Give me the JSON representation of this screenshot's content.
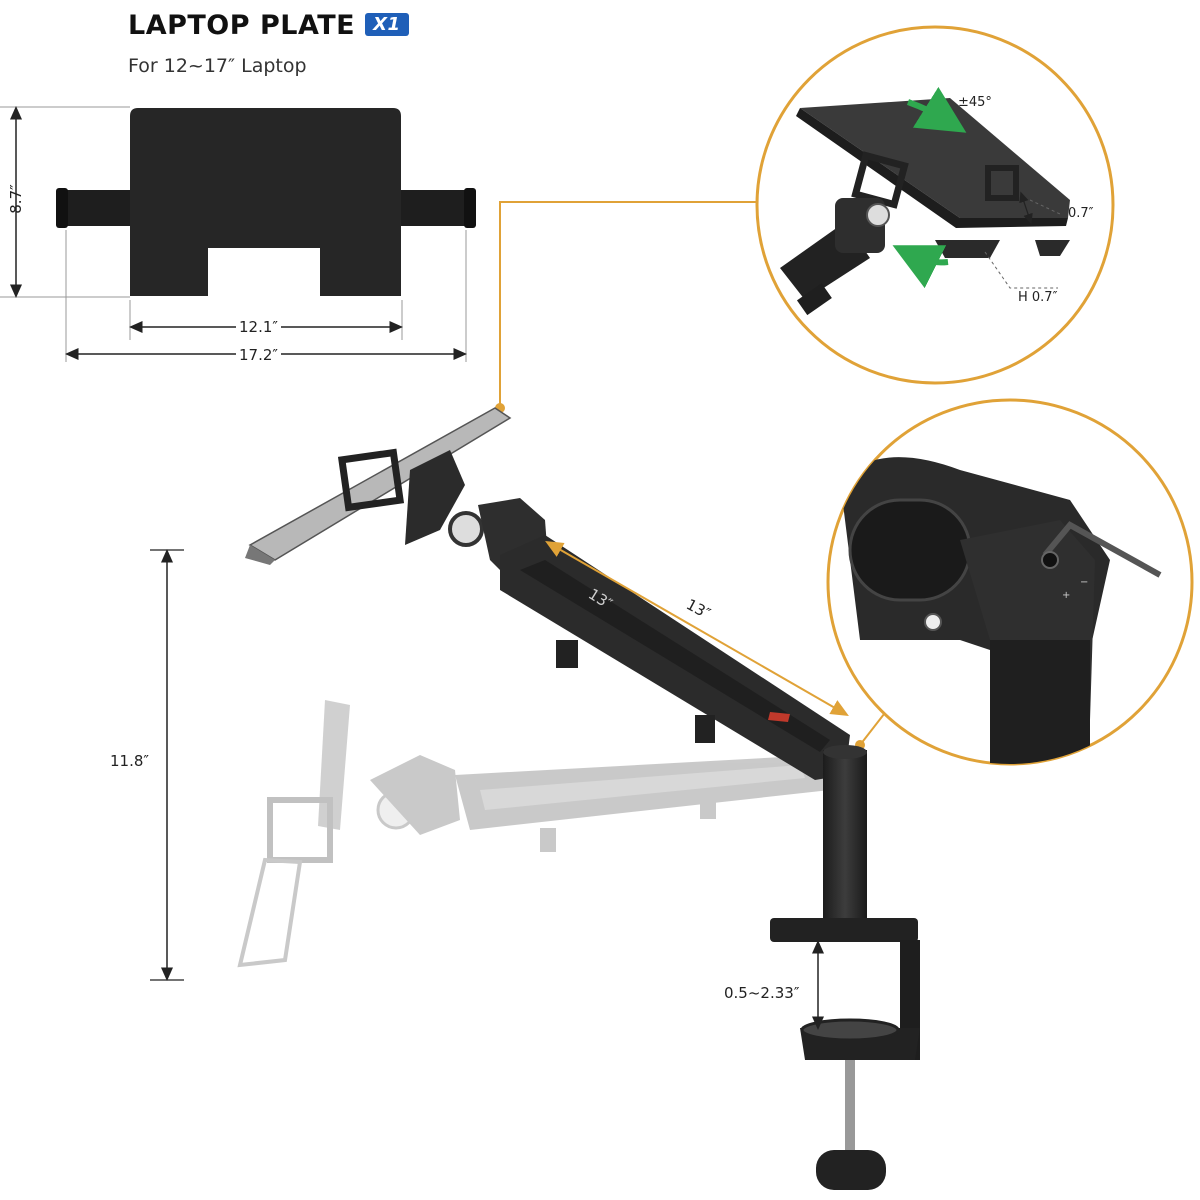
{
  "header": {
    "title": "LAPTOP PLATE",
    "badge": "X1",
    "subtitle": "For 12~17″ Laptop"
  },
  "dimensions": {
    "plate_height": "8.7″",
    "plate_inner_width": "12.1″",
    "plate_outer_width": "17.2″",
    "tilt": "±45°",
    "clip_depth": "0.7″",
    "hook_height": "H 0.7″",
    "arm_length_1": "13″",
    "arm_length_2": "13″",
    "height_range": "11.8″",
    "clamp_range": "0.5~2.33″"
  },
  "colors": {
    "accent": "#e0a237",
    "product": "#2b2b2b",
    "badge": "#1f5fb8",
    "arrow_green": "#2fa84f"
  }
}
